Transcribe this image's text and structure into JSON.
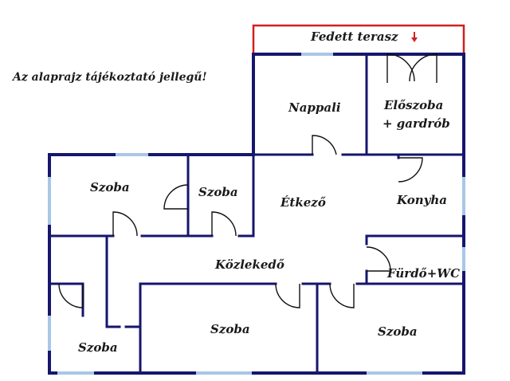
{
  "notice": "Az alaprajz tájékoztató jellegű!",
  "rooms": {
    "terrace": "Fedett terasz",
    "living": "Nappali",
    "hall_line1": "Előszoba",
    "hall_line2": "+ gardrób",
    "bedroom_left": "Szoba",
    "bedroom_small": "Szoba",
    "dining": "Étkező",
    "kitchen": "Konyha",
    "corridor": "Közlekedő",
    "bathroom": "Fürdő+WC",
    "bedroom_bottom_left": "Szoba",
    "bedroom_bottom_mid": "Szoba",
    "bedroom_bottom_right": "Szoba"
  },
  "colors": {
    "wall": "#16166e",
    "window": "#a9c6e6",
    "terrace_outline": "#d21f1f",
    "entrance_arrow": "#d21f1f"
  }
}
